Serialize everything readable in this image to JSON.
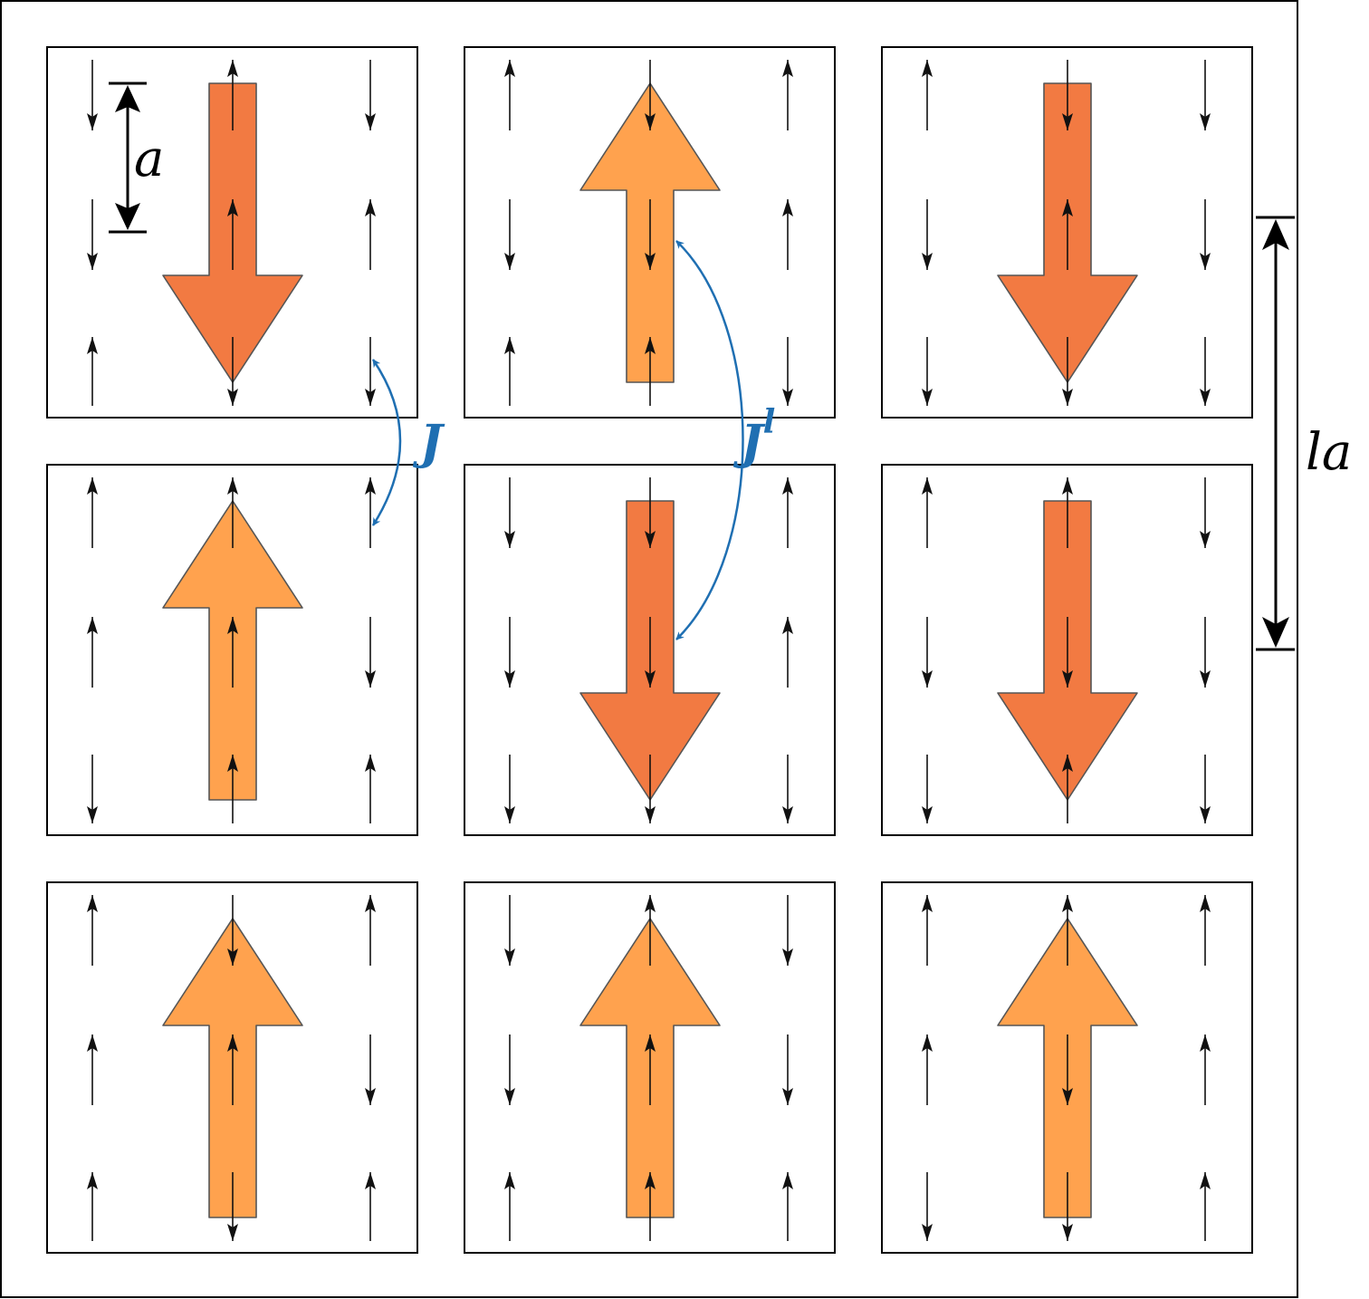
{
  "labels": {
    "small_spacing": "a",
    "block_spacing": "la",
    "nn_coupling": "J",
    "block_coupling_base": "J",
    "block_coupling_sup": "l"
  },
  "colors": {
    "block_up": "#FFA24E",
    "block_down": "#F27A42",
    "coupling": "#1F6FB2",
    "spin": "#111111",
    "frame": "#000000"
  },
  "blocks": [
    {
      "row": 0,
      "col": 0,
      "dir": "down",
      "spins": [
        [
          "down",
          "up",
          "down"
        ],
        [
          "down",
          "up",
          "up"
        ],
        [
          "up",
          "down",
          "down"
        ]
      ]
    },
    {
      "row": 0,
      "col": 1,
      "dir": "up",
      "spins": [
        [
          "up",
          "down",
          "up"
        ],
        [
          "down",
          "down",
          "up"
        ],
        [
          "up",
          "up",
          "down"
        ]
      ]
    },
    {
      "row": 0,
      "col": 2,
      "dir": "down",
      "spins": [
        [
          "up",
          "down",
          "down"
        ],
        [
          "down",
          "up",
          "down"
        ],
        [
          "down",
          "down",
          "down"
        ]
      ]
    },
    {
      "row": 1,
      "col": 0,
      "dir": "up",
      "spins": [
        [
          "up",
          "up",
          "up"
        ],
        [
          "up",
          "up",
          "down"
        ],
        [
          "down",
          "up",
          "up"
        ]
      ]
    },
    {
      "row": 1,
      "col": 1,
      "dir": "down",
      "spins": [
        [
          "down",
          "down",
          "up"
        ],
        [
          "down",
          "down",
          "up"
        ],
        [
          "down",
          "down",
          "down"
        ]
      ]
    },
    {
      "row": 1,
      "col": 2,
      "dir": "down",
      "spins": [
        [
          "up",
          "up",
          "down"
        ],
        [
          "down",
          "down",
          "down"
        ],
        [
          "down",
          "up",
          "down"
        ]
      ]
    },
    {
      "row": 2,
      "col": 0,
      "dir": "up",
      "spins": [
        [
          "up",
          "down",
          "up"
        ],
        [
          "up",
          "up",
          "down"
        ],
        [
          "up",
          "down",
          "up"
        ]
      ]
    },
    {
      "row": 2,
      "col": 1,
      "dir": "up",
      "spins": [
        [
          "down",
          "up",
          "down"
        ],
        [
          "down",
          "up",
          "down"
        ],
        [
          "up",
          "up",
          "up"
        ]
      ]
    },
    {
      "row": 2,
      "col": 2,
      "dir": "up",
      "spins": [
        [
          "up",
          "up",
          "up"
        ],
        [
          "up",
          "down",
          "up"
        ],
        [
          "down",
          "down",
          "up"
        ]
      ]
    }
  ]
}
